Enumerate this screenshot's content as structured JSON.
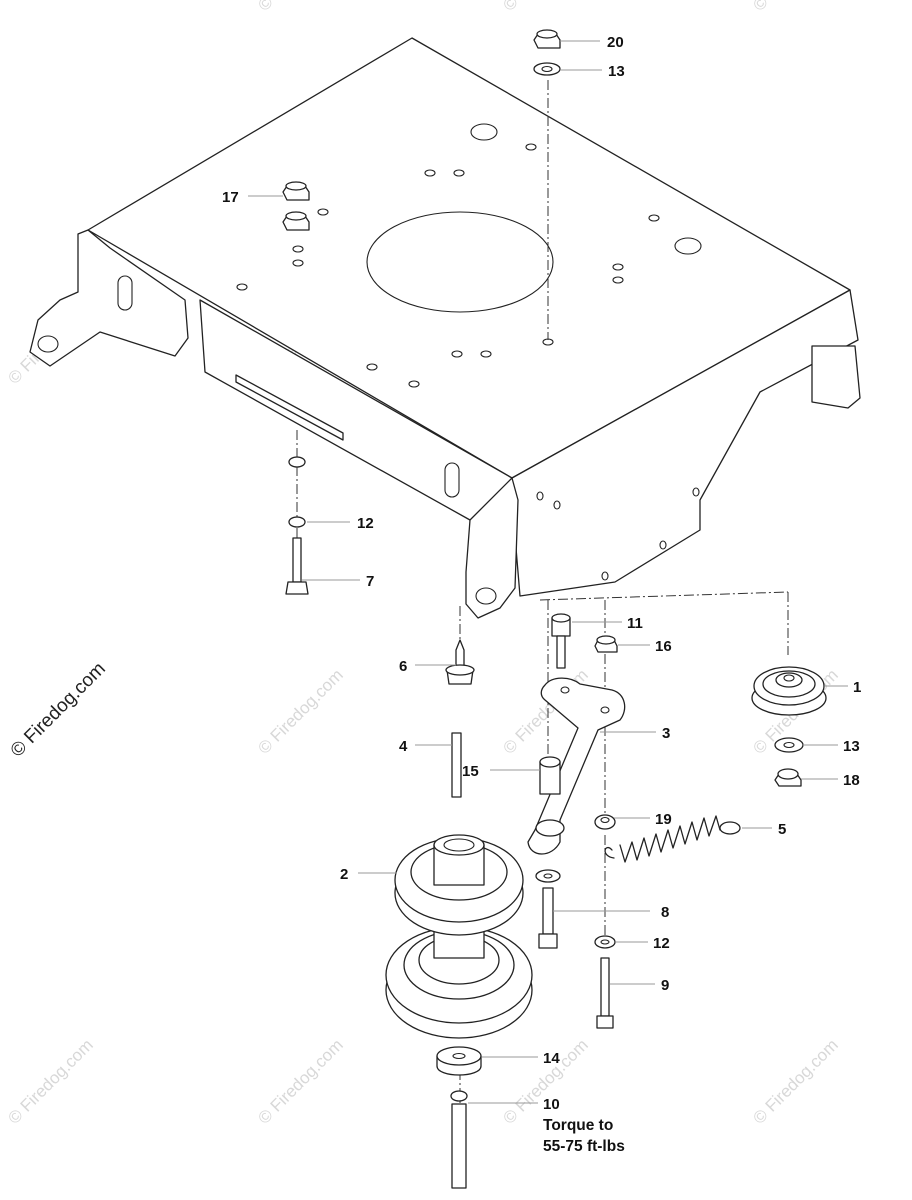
{
  "watermark": {
    "main_text": "© Firedog.com",
    "repeat_text": "© Firedog.com"
  },
  "callouts": {
    "c1": "1",
    "c2": "2",
    "c3": "3",
    "c4": "4",
    "c5": "5",
    "c6": "6",
    "c7": "7",
    "c8": "8",
    "c9": "9",
    "c10": "10",
    "c11": "11",
    "c12a": "12",
    "c12b": "12",
    "c13a": "13",
    "c13b": "13",
    "c14": "14",
    "c15": "15",
    "c16": "16",
    "c17": "17",
    "c18": "18",
    "c19": "19",
    "c20": "20"
  },
  "note": {
    "line1": "Torque to",
    "line2": "55-75 ft-lbs"
  },
  "colors": {
    "line": "#222222",
    "leader": "#999999",
    "watermark": "#d8d8d8"
  }
}
